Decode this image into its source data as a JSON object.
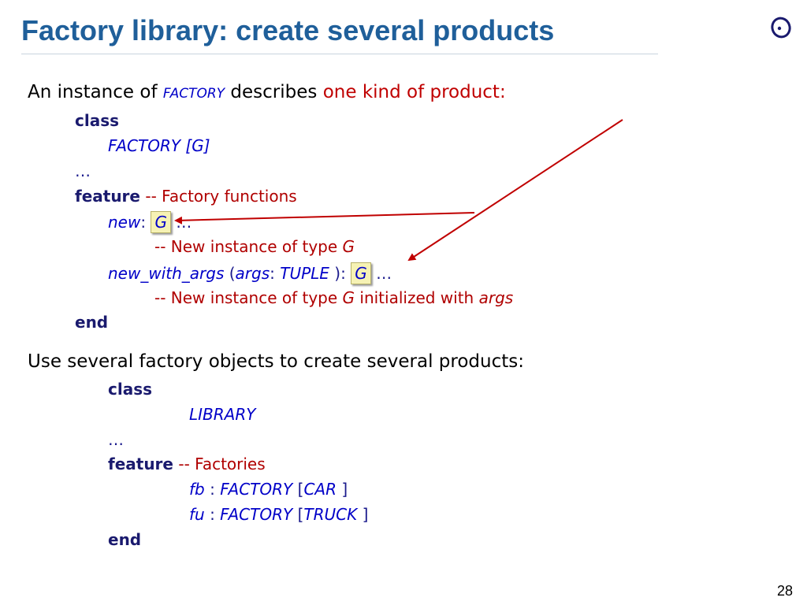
{
  "slide": {
    "title": "Factory library: create several products",
    "page_number": "28"
  },
  "intro1": {
    "text_before": "An instance of ",
    "factory": "FACTORY",
    "text_mid": " describes ",
    "highlight": "one kind of product:"
  },
  "code1": {
    "class_kw": "class",
    "class_name": "FACTORY",
    "generic": " [G]",
    "ellipsis": "…",
    "feature_kw": "feature",
    "feature_comment": " -- Factory functions",
    "new_name": "new",
    "colon": ": ",
    "g": "G",
    "new_dots": " …",
    "new_comment_prefix": "-- New instance of type ",
    "new_comment_g": "G",
    "nwa_name": "new_with_args",
    "nwa_open": " (",
    "nwa_arg": "args",
    "nwa_colon": ": ",
    "nwa_type": "TUPLE",
    "nwa_close": " ): ",
    "nwa_g": "G",
    "nwa_dots": " …",
    "nwa_comment_prefix": "-- New instance of type ",
    "nwa_comment_g": "G",
    "nwa_comment_mid": " initialized with ",
    "nwa_comment_args": "args",
    "end_kw": "end"
  },
  "intro2": {
    "text": "Use several factory objects to create several products:"
  },
  "code2": {
    "class_kw": "class",
    "class_name": "LIBRARY",
    "ellipsis": "…",
    "feature_kw": "feature",
    "feature_comment": " -- Factories",
    "fb_name": "fb",
    "fb_sep": " : ",
    "fb_type": "FACTORY",
    "fb_open": " [",
    "fb_param": "CAR",
    "fb_close": " ]",
    "fu_name": "fu",
    "fu_sep": " : ",
    "fu_type": "FACTORY",
    "fu_open": " [",
    "fu_param": "TRUCK",
    "fu_close": " ]",
    "end_kw": "end"
  },
  "colors": {
    "title": "#1f5f9a",
    "keyword": "#1a1a6e",
    "class_name": "#0000c8",
    "comment": "#b00000",
    "arrow": "#c00000",
    "highlight_box": "#f6f2b4"
  }
}
